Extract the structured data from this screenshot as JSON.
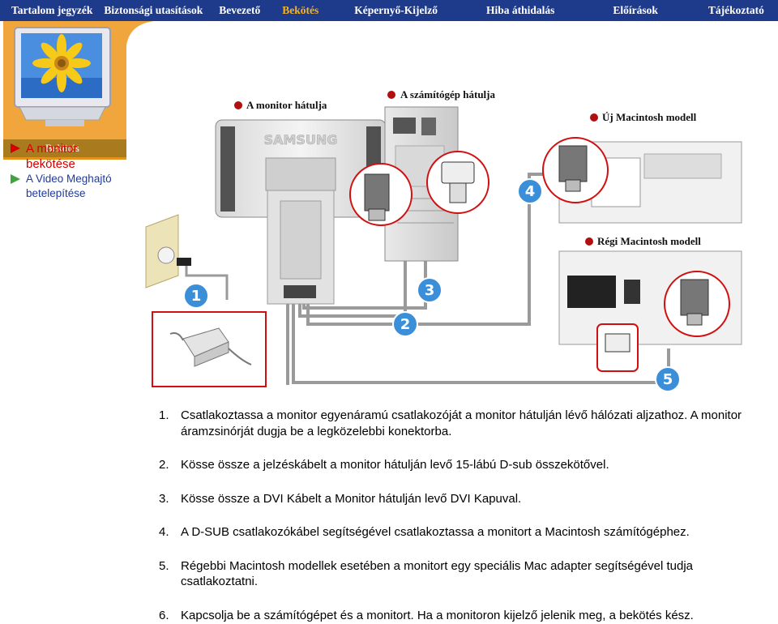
{
  "nav": {
    "items": [
      {
        "label": "Tartalom jegyzék",
        "active": false
      },
      {
        "label": "Biztonsági utasítások",
        "active": false
      },
      {
        "label": "Bevezető",
        "active": false
      },
      {
        "label": "Bekötés",
        "active": true
      },
      {
        "label": "Képernyő-Kijelző",
        "active": false
      },
      {
        "label": "Hiba áthidalás",
        "active": false
      },
      {
        "label": "Előírások",
        "active": false
      },
      {
        "label": "Tájékoztató",
        "active": false
      }
    ]
  },
  "sidebar": {
    "tab_label": "Bekötés",
    "links": [
      {
        "label": "A monitor bekötése",
        "current": true
      },
      {
        "label": "A Video Meghajtó betelepítése",
        "current": false
      }
    ]
  },
  "diagram": {
    "labels": {
      "monitor_back": "A monitor hátulja",
      "pc_back": "A számítógép hátulja",
      "new_mac": "Új Macintosh modell",
      "old_mac": "Régi Macintosh modell",
      "brand": "SAMSUNG"
    },
    "badges": [
      "1",
      "2",
      "3",
      "4",
      "5"
    ]
  },
  "steps": [
    {
      "num": "1.",
      "text": "Csatlakoztassa a monitor egyenáramú csatlakozóját a monitor hátulján lévő hálózati aljzathoz. A monitor áramzsinórját dugja be a legközelebbi konektorba."
    },
    {
      "num": "2.",
      "text": "Kösse össze a jelzéskábelt a monitor hátulján levő 15-lábú D-sub összekötővel."
    },
    {
      "num": "3.",
      "text": "Kösse össze a DVI Kábelt a Monitor hátulján levő DVI Kapuval."
    },
    {
      "num": "4.",
      "text": "A D-SUB csatlakozókábel segítségével csatlakoztassa a monitort a Macintosh számítógéphez."
    },
    {
      "num": "5.",
      "text": "Régebbi Macintosh modellek esetében a monitort egy speciális Mac adapter segítségével tudja csatlakoztatni."
    },
    {
      "num": "6.",
      "text": "Kapcsolja be a számítógépet és a monitort. Ha a monitoron kijelző jelenik meg, a bekötés kész."
    }
  ],
  "colors": {
    "nav_bg": "#1e3a8a",
    "nav_active": "#f5b323",
    "sidebar_banner": "#f0a63c",
    "link_current": "#d40000",
    "link_other": "#1f3a9a",
    "badge": "#3a8fd8",
    "cable": "#9a9a9a"
  }
}
